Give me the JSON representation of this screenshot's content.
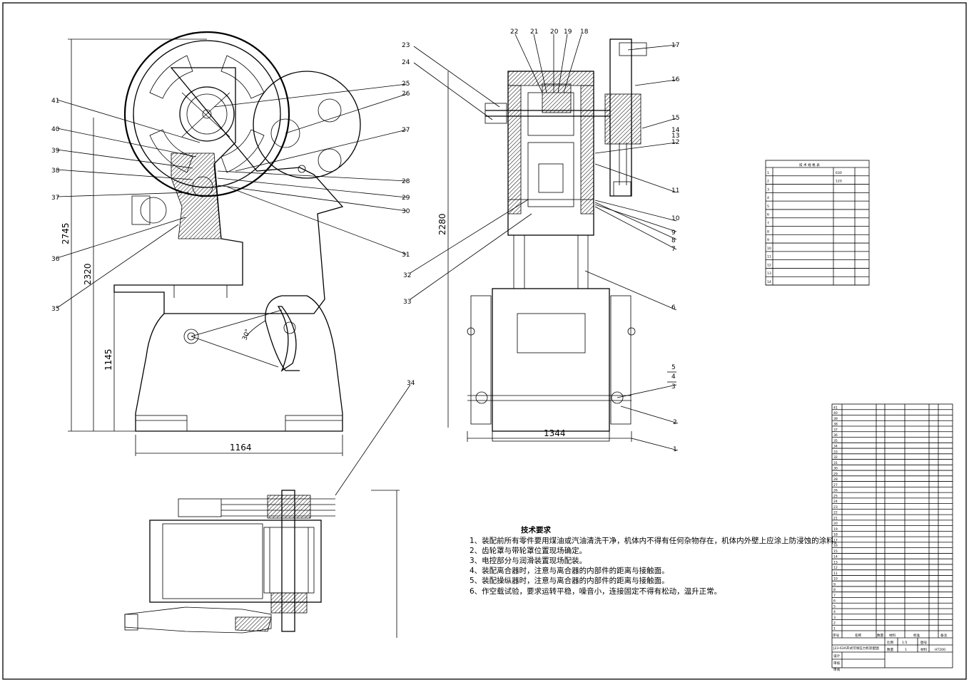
{
  "drawing": {
    "dimensions": {
      "overall_height": "2745",
      "body_height": "2320",
      "base_height": "1145",
      "side_height": "2280",
      "base_width_front": "1164",
      "base_width_side": "1344",
      "angle": "30°"
    },
    "part_labels": [
      "1",
      "2",
      "3",
      "4",
      "5",
      "6",
      "7",
      "8",
      "9",
      "10",
      "11",
      "12",
      "13",
      "14",
      "15",
      "16",
      "17",
      "18",
      "19",
      "20",
      "21",
      "22",
      "23",
      "24",
      "25",
      "26",
      "27",
      "28",
      "29",
      "30",
      "31",
      "32",
      "33",
      "34",
      "35",
      "36",
      "37",
      "38",
      "39",
      "40",
      "41"
    ],
    "requirements": {
      "title": "技术要求",
      "lines": [
        "1、装配前所有零件要用煤油或汽油清洗干净，机体内不得有任何杂物存在，机体内外壁上应涂上防浸蚀的涂料。",
        "2、齿轮罩与带轮罩位置现场确定。",
        "3、电控部分与润滑装置现场配装。",
        "4、装配离合器时，注意与离合器的内部件的距离与接触面。",
        "5、装配操纵器时，注意与离合器的内部件的距离与接触面。",
        "6、作空载试验，要求运转平稳，噪音小，连接固定不得有松动，温升正常。"
      ]
    },
    "spec_table": {
      "title": "技 术 规 格 表",
      "row_numbers": [
        "1",
        "2",
        "3",
        "4",
        "5",
        "6",
        "7",
        "8",
        "9",
        "10",
        "11",
        "12",
        "13",
        "14"
      ],
      "first_value": "630",
      "second_value": "120"
    },
    "bom": {
      "title_block_name": "J23-63A开式可倾压力机装配图",
      "material": "HT200",
      "scale_label": "比例",
      "scale": "1:5",
      "sheet_label": "图号",
      "qty_label": "数量",
      "qty": "1",
      "mat_label": "材料",
      "designer": "设计",
      "checker": "审核",
      "approver": "审阅",
      "header": [
        "序号",
        "名称",
        "数量",
        "材料",
        "标准",
        "备注"
      ]
    }
  }
}
